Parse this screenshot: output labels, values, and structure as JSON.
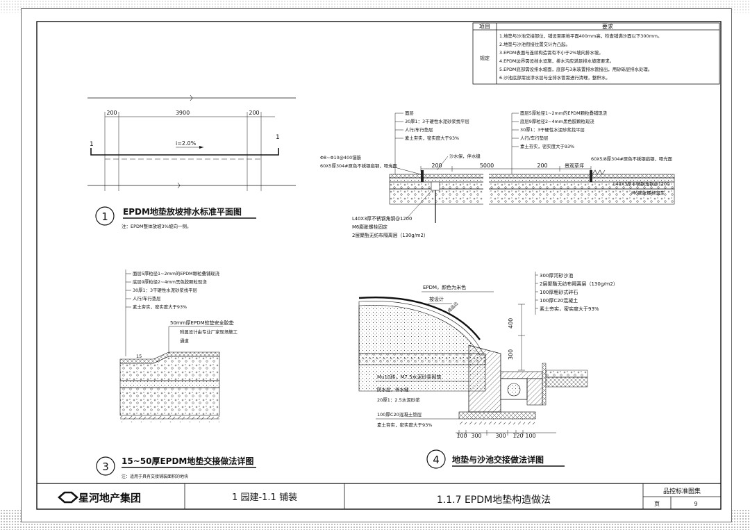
{
  "requirements_table": {
    "header_item": "项目",
    "header_req": "要求",
    "row_label": "规定",
    "lines": [
      "1.地垫与沙池交接部位，铺设至距地平面400mm高，检查铺满沙面以下300mm。",
      "2.地垫与沙池衔接位置交计为凸起。",
      "3.EPDM表面与连续构造需有不小于2%坡向排水坡。",
      "4.EPDM边界需设挡水设施，排水沟应满足排水坡度要求。",
      "5.EPDM底部需设排水坡面，底部与3米装置排水管接出，用砂砾层排水处理。",
      "6.沙池底部需设渗水层与全排水管需进行清理，整积水。"
    ]
  },
  "detail1": {
    "num": "1",
    "title": "EPDM地垫放坡排水标准平面图",
    "note": "注：EPDM整体放坡3%坡向一侧。",
    "dim_left": "200",
    "dim_mid": "3900",
    "dim_right": "200",
    "slope": "i=2.0%",
    "sec_left": "1",
    "sec_right": "1"
  },
  "detail2": {
    "labels_left": [
      "面层",
      "30厚1：3干硬性水泥砂浆找平层",
      "人行/车行垫层",
      "素土夯实，密实度大于93%"
    ],
    "labels_right": [
      "面层5厚粒径1~2mm的EPDM颗粒叠铺现浇",
      "底层9厚粒径2~4mm黑色胶颗粒现浇",
      "30厚1：3干硬性水泥砂浆找平层",
      "人行/车行垫层",
      "素土夯实，密实度大于93%"
    ],
    "sand": "沙水保，伴水缝",
    "edge_left": "Φ8~Φ10@400锚筋",
    "edge_left2": "60X5厚304#原色不锈钢扁钢，哑光面",
    "dim_200a": "200",
    "dim_5000": "5000",
    "dim_200b": "200",
    "grass": "景观草坪",
    "edge_right": "60X5/8厚304#原色不锈钢扁钢，哑光面",
    "angle_right": "L40X3厚不锈钢角钢@1200",
    "bolt_right": "M6膨胀螺栓固定",
    "angle_left": "L40X3厚不锈钢角钢@1200",
    "bolt_left": "M6膨胀螺栓固定",
    "geo": "2层聚酯无纺布隔离层（130g/m2）"
  },
  "detail3": {
    "num": "3",
    "title": "15~50厚EPDM地垫交接做法详图",
    "note": "注：适用于具有交接铺装面积的地块",
    "labels": [
      "面层5厚粒径1~2mm的EPDM颗粒叠铺现浇",
      "底层9厚粒径2~4mm黑色胶颗粒现浇",
      "30厚1：3干硬性水泥砂浆找平层",
      "人行/车行垫层",
      "素土夯实，密实度大于93%"
    ],
    "callout1": "50mm厚EPDM软垫安全胶垫",
    "callout2": "附属设计由专业厂家现场施工",
    "callout3": "通道",
    "dim15": "15"
  },
  "detail4": {
    "num": "4",
    "title": "地垫与沙池交接做法详图",
    "epdm": "EPDM，颜色为米色",
    "see": "按设计",
    "curb": "成品边",
    "labels_right": [
      "300厚河砂沙池",
      "2层聚酯无纺布隔离层（130g/m2）",
      "100厚粗砂式碎石",
      "100厚C20混凝土",
      "素土夯实，密实度大于93%"
    ],
    "labels_left": [
      "Mu10砖，M7.5水泥砂浆砌筑",
      "防水层，伴水缝",
      "20厚1：2.5水泥砂浆",
      "100厚C20混凝土垫层",
      "素土夯实，密实度大于93%"
    ],
    "dim_v1": "400",
    "dim_v2": "300",
    "dim_b": [
      "100",
      "300",
      "300",
      "120",
      "100"
    ]
  },
  "titleblock": {
    "logo": "星河地产集团",
    "section": "1 园建-1.1 铺装",
    "drawing": "1.1.7 EPDM地垫构造做法",
    "collection": "品控标准图集",
    "page_label": "页",
    "page_no": "9"
  }
}
